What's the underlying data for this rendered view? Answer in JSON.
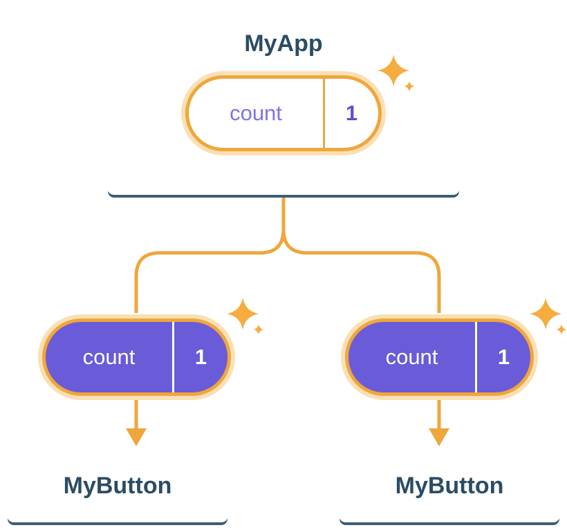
{
  "diagram": {
    "root": {
      "title": "MyApp",
      "state_label": "count",
      "state_value": "1"
    },
    "children": [
      {
        "title": "MyButton",
        "state_label": "count",
        "state_value": "1"
      },
      {
        "title": "MyButton",
        "state_label": "count",
        "state_value": "1"
      }
    ],
    "icons": {
      "sparkle": "four-point-star"
    },
    "colors": {
      "connector_orange": "#EFA63C",
      "pill_border_orange": "#EFA63C",
      "pill_halo_light_orange": "#FAE0B4",
      "pill_purple_fill": "#6A5BD8",
      "root_label_purple": "#7E74E8",
      "root_value_purple": "#5B4ED1",
      "heading_dark_blue": "#2B4C63",
      "card_background": "#FFFFFF",
      "card_shadow_dark_blue": "#3D5E74",
      "sparkle_orange": "#F6AC3E",
      "child_pill_text": "#FFFFFF"
    }
  }
}
